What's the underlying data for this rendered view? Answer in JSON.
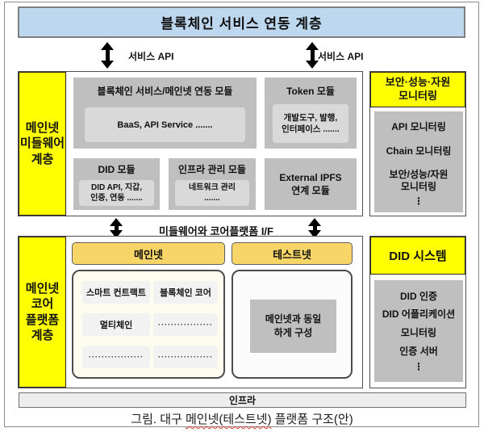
{
  "colors": {
    "banner_blue": "#BDD7EE",
    "layer_yellow": "#FFFF00",
    "module_gray": "#BFBFBF",
    "inner_gray": "#D9D9D9",
    "net_header_gold": "#F7D568",
    "cell_light": "#F2F2F2",
    "spellcheck_red": "#D93025"
  },
  "top_banner": {
    "title": "블록체인 서비스 연동 계층"
  },
  "service_api": {
    "left_label": "서비스 API",
    "right_label": "서비스 API"
  },
  "middleware": {
    "layer_label": "메인넷\n미들웨어\n계층",
    "modules": {
      "service_mainnet": {
        "title": "블록체인 서비스/메인넷 연동 모듈",
        "detail": "BaaS, API Service ......."
      },
      "token": {
        "title": "Token 모듈",
        "detail": "개발도구, 발행,\n인터페이스 ......."
      },
      "did": {
        "title": "DID 모듈",
        "detail": "DID API, 지갑,\n인증, 연동  ......."
      },
      "infra_mgmt": {
        "title": "인프라 관리 모듈",
        "detail": "네트워크 관리\n......."
      },
      "external_ipfs": {
        "title": "External IPFS\n연계 모듈"
      }
    }
  },
  "monitoring": {
    "title": "보안·성능·자원\n모니터링",
    "items": [
      "API 모니터링",
      "Chain 모니터링",
      "보안/성능/자원\n모니터링",
      "⋮"
    ]
  },
  "interface_row": {
    "label": "미들웨어와 코어플랫폼 I/F"
  },
  "core": {
    "layer_label": "메인넷\n코어\n플랫폼\n계층",
    "mainnet": {
      "header": "메인넷",
      "cells": [
        "스마트 컨트랙트",
        "블록체인 코어",
        "멀티체인",
        "·················",
        "·················",
        "·················"
      ]
    },
    "testnet": {
      "header": "테스트넷",
      "note": "메인넷과 동일\n하게 구성"
    }
  },
  "did_system": {
    "header": "DID 시스템",
    "items": [
      "DID 인증",
      "DID 어플리케이션",
      "모니터링",
      "인증 서버",
      "⋮"
    ]
  },
  "infra": {
    "label": "인프라"
  },
  "caption": {
    "prefix": "그림. 대구 ",
    "underlined": "메인넷(테스트넷)",
    "suffix": " 플랫폼 구조(안)"
  }
}
